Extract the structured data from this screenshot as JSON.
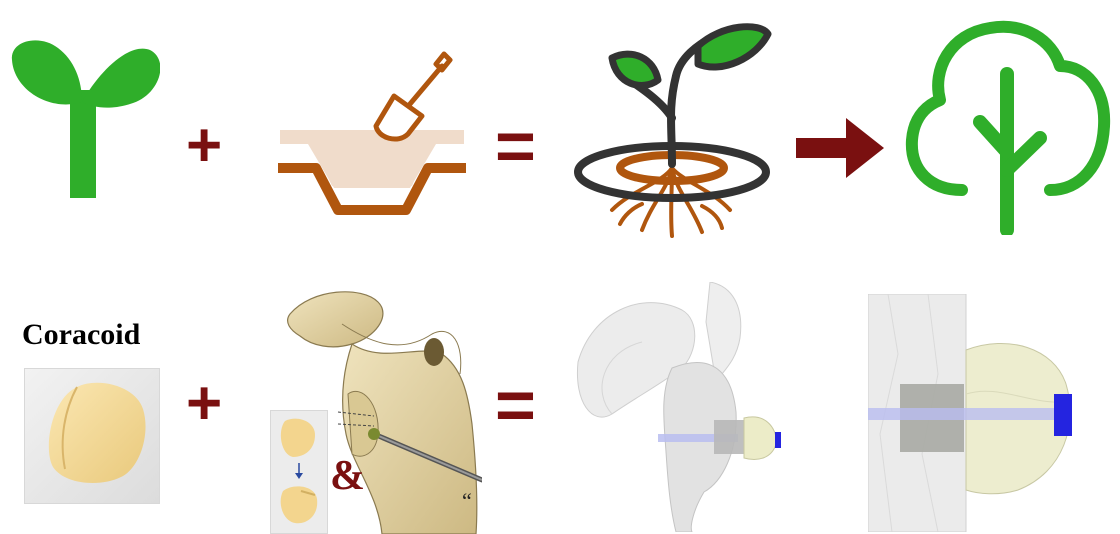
{
  "top_row": {
    "icons": [
      "seedling-icon",
      "planting-hole-icon",
      "planted-seedling-icon",
      "tree-icon"
    ],
    "operators": {
      "plus": "+",
      "equals": "=",
      "arrow": "arrow-right-icon"
    }
  },
  "bottom_row": {
    "coracoid_label": "Coracoid",
    "operators": {
      "plus": "+",
      "equals": "=",
      "ampersand": "&"
    },
    "images": [
      "coracoid-graft-render",
      "scapula-drilling-illustration",
      "graft-transfer-inset",
      "shoulder-model-with-graft",
      "graft-fixation-closeup"
    ],
    "figure_mark": "“"
  },
  "colors": {
    "green": "#2fae2a",
    "brown": "#b0560e",
    "soil_light": "#f0dccb",
    "dark_red": "#7a1010",
    "dark_gray": "#333333",
    "bone": "#e8d9a8",
    "graft": "#f6dea0",
    "screw_blue": "#2424e0"
  }
}
